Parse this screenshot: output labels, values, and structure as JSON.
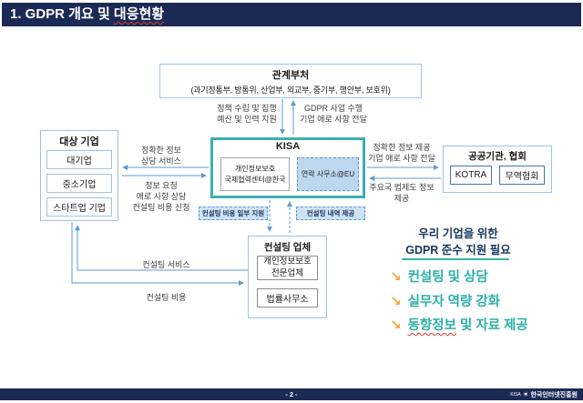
{
  "header": {
    "title_prefix": "1. GDPR 개요 및 ",
    "title_wavy": "대응현황"
  },
  "diagram": {
    "ministries": {
      "title": "관계부처",
      "members": "(과기정통부, 방통위, 산업부, 외교부, 중기부, 행안부, 보호위)"
    },
    "kisa": {
      "title": "KISA",
      "center_kr": "개인정보보호\n국제협력센터@한국",
      "office_eu": "연락 사무소@EU"
    },
    "companies": {
      "title": "대상 기업",
      "items": [
        "대기업",
        "중소기업",
        "스타트업 기업"
      ]
    },
    "public_orgs": {
      "title": "공공기관, 협회",
      "items": [
        "KOTRA",
        "무역협회"
      ]
    },
    "consulting_firms": {
      "title": "컨설팅 업체",
      "items": [
        "개인정보보호\n전문업체",
        "법률사무소"
      ]
    },
    "flows": {
      "policy": "정책 수립 및 집행\n예산 및 인력 지원",
      "gdpr_biz": "GDPR 사업 수행\n기업 애로 사항 전달",
      "info_to_companies": "정확한 정보\n상담 서비스",
      "request_from_companies": "정보 요청\n애로 사항 상담\n컨설팅 비용 신청",
      "info_to_public": "정확한 정보 제공\n기업 애로 사항 전달",
      "law_info": "주요국 법제도 정보\n제공",
      "consulting_service": "컨설팅 서비스",
      "consulting_cost": "컨설팅 비용"
    },
    "badges": {
      "cost_support": "컨설팅 비용 일부 지원",
      "detail_report": "컨설팅 내역 제공"
    }
  },
  "right_panel": {
    "heading": "우리 기업을 위한\nGDPR 준수 지원 필요",
    "bullet_icon": "↘",
    "bullets": [
      "컨설팅 및 상담",
      "실무자 역량 강화"
    ],
    "bullet3_wavy": "동향정보",
    "bullet3_rest": " 및 자료 제공"
  },
  "footer": {
    "page": "- 2 -",
    "logo_kisa": "KISA",
    "logo_star": "✶",
    "logo_org": "한국인터넷진흥원"
  },
  "colors": {
    "navy": "#1B2A55",
    "teal_border": "#3FAEB4",
    "teal_text": "#2BB0A8",
    "orange": "#F2A83B",
    "line_blue": "#5B9BD5",
    "light_blue_fill": "#BDD7EE",
    "box_border": "#9DC3E6"
  }
}
